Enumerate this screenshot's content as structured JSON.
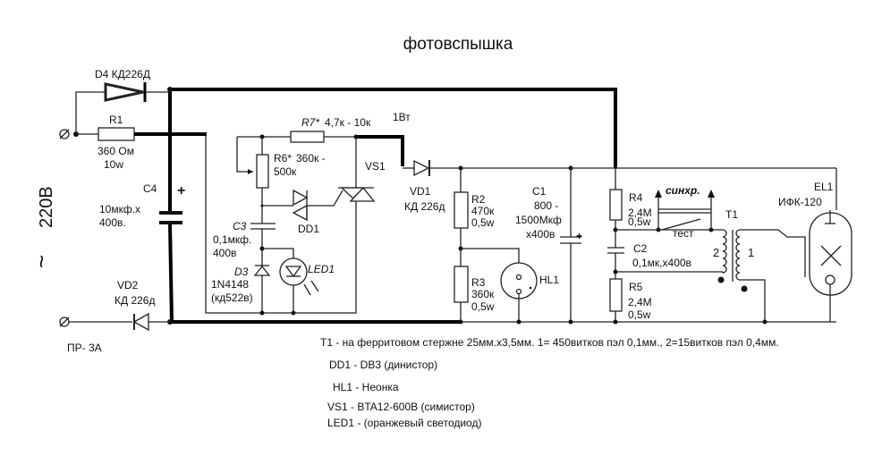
{
  "title": "фотовспышка",
  "mains": {
    "voltage": "220В",
    "tilde": "~",
    "fuse": "ПР- 3А"
  },
  "components": {
    "D4": "D4 КД226Д",
    "R1": {
      "name": "R1",
      "value": "360 Ом",
      "power": "10w"
    },
    "C4": {
      "name": "C4",
      "value": "10мкф.х",
      "voltage": "400в.",
      "polarity": "+"
    },
    "VD2": {
      "name": "VD2",
      "type": "КД 226д"
    },
    "R7": {
      "name": "R7*",
      "value": "4,7к - 10к",
      "power": "1Вт"
    },
    "R6": {
      "name": "R6*",
      "value1": "360к -",
      "value2": "500к"
    },
    "VS1": "VS1",
    "DD1": "DD1",
    "C3": {
      "name": "C3",
      "value": "0,1мкф.",
      "voltage": "400в"
    },
    "D3": {
      "name": "D3",
      "type": "1N4148",
      "alt": "(кд522в)"
    },
    "LED1": "LED1",
    "VD1": {
      "name": "VD1",
      "type": "КД 226д"
    },
    "R2": {
      "name": "R2",
      "value": "470к",
      "power": "0,5w"
    },
    "R3": {
      "name": "R3",
      "value": "360к",
      "power": "0,5w"
    },
    "HL1": "HL1",
    "C1": {
      "name": "C1",
      "value1": "800 -",
      "value2": "1500Мкф",
      "voltage": "х400в",
      "polarity": "+"
    },
    "R4": {
      "name": "R4",
      "value": "2,4М",
      "power": "0,5w"
    },
    "C2": {
      "name": "C2",
      "value": "0,1мк,х400в"
    },
    "R5": {
      "name": "R5",
      "value": "2,4М",
      "power": "0,5w"
    },
    "sync": "синхр.",
    "test": "тест",
    "T1": {
      "name": "T1",
      "winding2": "2",
      "winding1": "1"
    },
    "EL1": {
      "name": "EL1",
      "type": "ИФК-120"
    }
  },
  "notes": [
    "Т1 - на ферритовом стержне 25мм.х3,5мм.  1= 450витков пэл 0,1мм., 2=15витков пэл 0,4мм.",
    "DD1 - DB3 (динистор)",
    "HL1 - Неонка",
    "VS1 - BTA12-600B (симистор)",
    "LED1 - (оранжевый светодиод)"
  ]
}
